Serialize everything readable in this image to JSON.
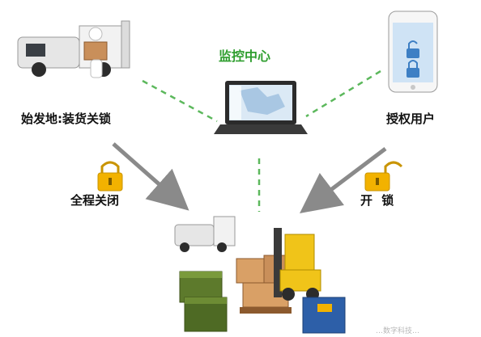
{
  "title": "监控中心",
  "nodes": {
    "origin": "始发地:装货关锁",
    "user": "授权用户",
    "lock_close": "全程关闭",
    "lock_open": "开 锁"
  },
  "watermark": "…数字科技…",
  "colors": {
    "title": "#2f9e2f",
    "dashed_line": "#5cb85c",
    "arrow": "#8a8a8a",
    "lock_body": "#f2b200",
    "phone_screen": "#cfe3f5",
    "lock_icon_blue": "#3d7fc4",
    "crate_green": "#5d7a2c",
    "cardboard": "#d9a066",
    "forklift": "#f0c419"
  },
  "icons": [
    "truck-loading",
    "laptop-map",
    "smartphone-lock",
    "lock-closed",
    "lock-open",
    "warehouse-goods"
  ]
}
